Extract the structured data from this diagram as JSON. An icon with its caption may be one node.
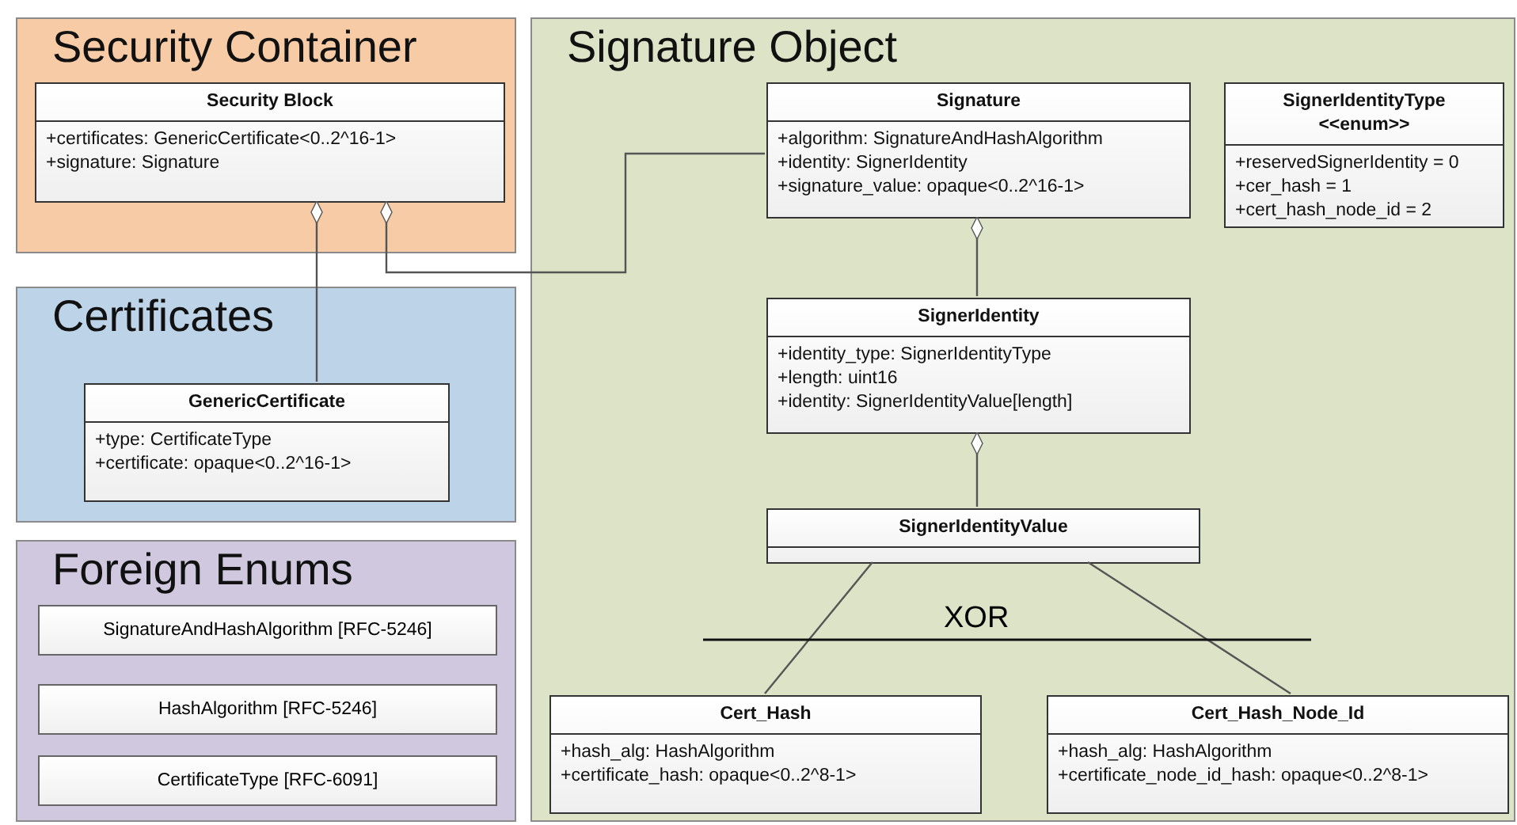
{
  "diagram": {
    "nodes": [
      {
        "text": [
          "Security Container"
        ]
      },
      {
        "text": [
          "Security Block",
          "+certificates: GenericCertificate<0..2^16-1>",
          "+signature: Signature"
        ],
        "in": 0
      },
      {
        "text": [
          "Certificates"
        ]
      },
      {
        "text": [
          "GenericCertificate",
          "+type: CertificateType",
          "+certificate: opaque<0..2^16-1>"
        ],
        "in": 2
      },
      {
        "text": [
          "Foreign Enums"
        ]
      },
      {
        "text": [
          "SignatureAndHashAlgorithm [RFC-5246]"
        ],
        "in": 4
      },
      {
        "text": [
          "HashAlgorithm [RFC-5246]"
        ],
        "in": 4
      },
      {
        "text": [
          "CertificateType [RFC-6091]"
        ],
        "in": 4
      },
      {
        "text": [
          "Signature Object"
        ]
      },
      {
        "text": [
          "Signature",
          "+algorithm: SignatureAndHashAlgorithm",
          "+identity: SignerIdentity",
          "+signature_value: opaque<0..2^16-1>"
        ],
        "in": 8
      },
      {
        "text": [
          "SignerIdentityType",
          "<<enum>>",
          "+reservedSignerIdentity = 0",
          "+cer_hash = 1",
          "+cert_hash_node_id = 2"
        ],
        "in": 8
      },
      {
        "text": [
          "SignerIdentity",
          "+identity_type: SignerIdentityType",
          "+length: uint16",
          "+identity: SignerIdentityValue[length]"
        ],
        "in": 8
      },
      {
        "text": [
          "SignerIdentityValue"
        ],
        "in": 8
      },
      {
        "text": [
          "Cert_Hash",
          "+hash_alg: HashAlgorithm",
          "+certificate_hash: opaque<0..2^8-1>"
        ],
        "in": 8
      },
      {
        "text": [
          "Cert_Hash_Node_Id",
          "+hash_alg: HashAlgorithm",
          "+certificate_node_id_hash: opaque<0..2^8-1>"
        ],
        "in": 8
      }
    ],
    "edges": [
      {
        "from": 1,
        "to": 3,
        "arrow": "other"
      },
      {
        "from": 1,
        "to": 9,
        "arrow": "other"
      },
      {
        "from": 9,
        "to": 11,
        "arrow": "other"
      },
      {
        "from": 11,
        "to": 12,
        "arrow": "other"
      },
      {
        "from": 12,
        "to": 13,
        "arrow": "none"
      },
      {
        "from": 12,
        "to": 14,
        "arrow": "none"
      }
    ],
    "labels": [
      "XOR"
    ]
  }
}
